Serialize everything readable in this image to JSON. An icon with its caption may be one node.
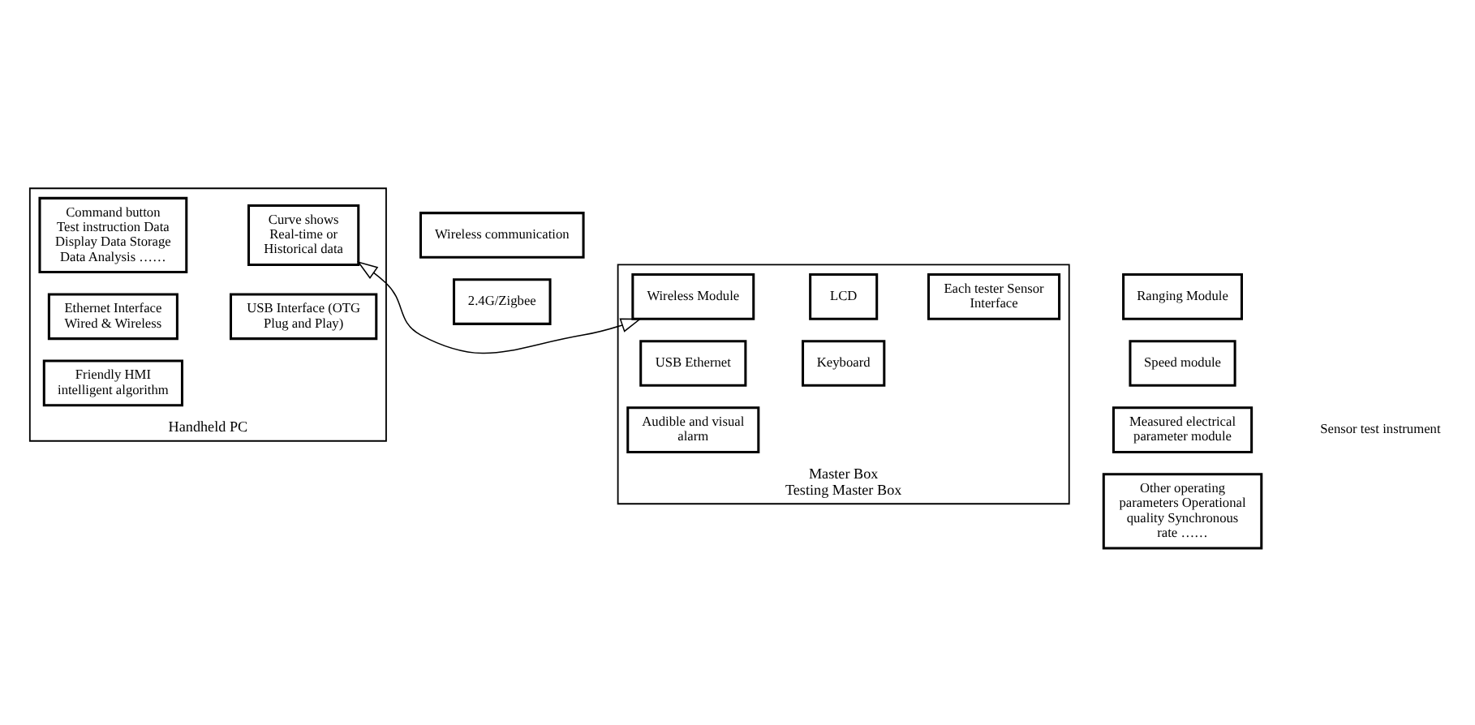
{
  "diagram": {
    "nodes": [
      {
        "text": [
          "Handheld PC"
        ]
      },
      {
        "text": [
          "Command button",
          "Test instruction Data Display Data Storage Data Analysis ……"
        ],
        "in": 0
      },
      {
        "text": [
          "Curve shows",
          "Real-time or Historical data"
        ],
        "in": 0
      },
      {
        "text": [
          "Ethernet Interface Wired & Wireless"
        ],
        "in": 0
      },
      {
        "text": [
          "USB Interface (OTG Plug and Play)"
        ],
        "in": 0
      },
      {
        "text": [
          "Friendly HMI intelligent algorithm"
        ],
        "in": 0
      },
      {
        "text": [
          "Wireless communication"
        ]
      },
      {
        "text": [
          "2.4G/Zigbee"
        ]
      },
      {
        "text": [
          "Master Box"
        ],
        "beside": [
          "Testing Master Box"
        ]
      },
      {
        "text": [
          "Wireless Module"
        ],
        "in": 8
      },
      {
        "text": [
          "LCD"
        ],
        "in": 8
      },
      {
        "text": [
          "Each tester Sensor Interface"
        ],
        "in": 8
      },
      {
        "text": [
          "USB Ethernet"
        ],
        "in": 8
      },
      {
        "text": [
          "Audible and visual alarm"
        ],
        "in": 8
      },
      {
        "text": [
          "Keyboard"
        ],
        "in": 8
      },
      {
        "text": [
          "Ranging Module"
        ]
      },
      {
        "text": [
          "Speed module"
        ]
      },
      {
        "text": [
          "Measured electrical parameter module"
        ]
      },
      {
        "text": [
          "Other operating parameters Operational quality Synchronous rate ……"
        ]
      }
    ],
    "edges": [
      {
        "from": 0,
        "to": 8,
        "arrow": "both"
      }
    ],
    "labels": [
      "Sensor test instrument"
    ]
  }
}
